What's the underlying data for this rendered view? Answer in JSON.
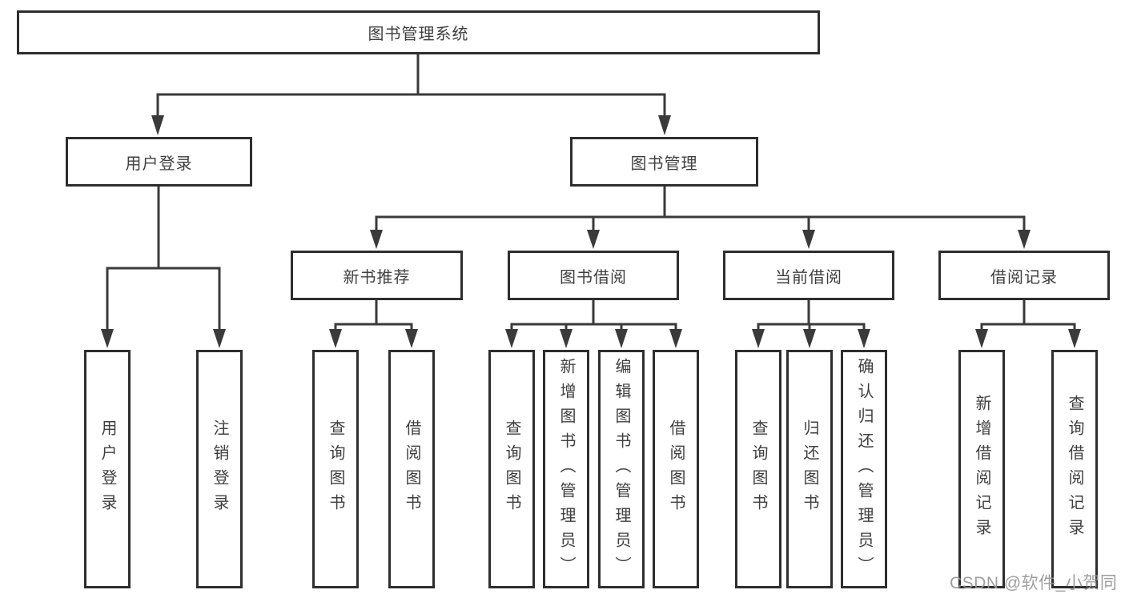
{
  "colors": {
    "line": "#3a3a3a",
    "box_border": "#2e2e2e",
    "text": "#3f3f3f",
    "watermark": "#969696",
    "background": "#ffffff"
  },
  "watermark": {
    "text": "CSDN @软件_小贺同学"
  },
  "diagram": {
    "title": "图书管理系统",
    "branches": [
      {
        "label": "用户登录",
        "children": [
          "用户登录",
          "注销登录"
        ]
      },
      {
        "label": "图书管理",
        "groups": [
          {
            "label": "新书推荐",
            "children": [
              "查询图书",
              "借阅图书"
            ]
          },
          {
            "label": "图书借阅",
            "children": [
              "查询图书",
              "新增图书（管理员）",
              "编辑图书（管理员）",
              "借阅图书"
            ]
          },
          {
            "label": "当前借阅",
            "children": [
              "查询图书",
              "归还图书",
              "确认归还（管理员）"
            ]
          },
          {
            "label": "借阅记录",
            "children": [
              "新增借阅记录",
              "查询借阅记录"
            ]
          }
        ]
      }
    ]
  }
}
